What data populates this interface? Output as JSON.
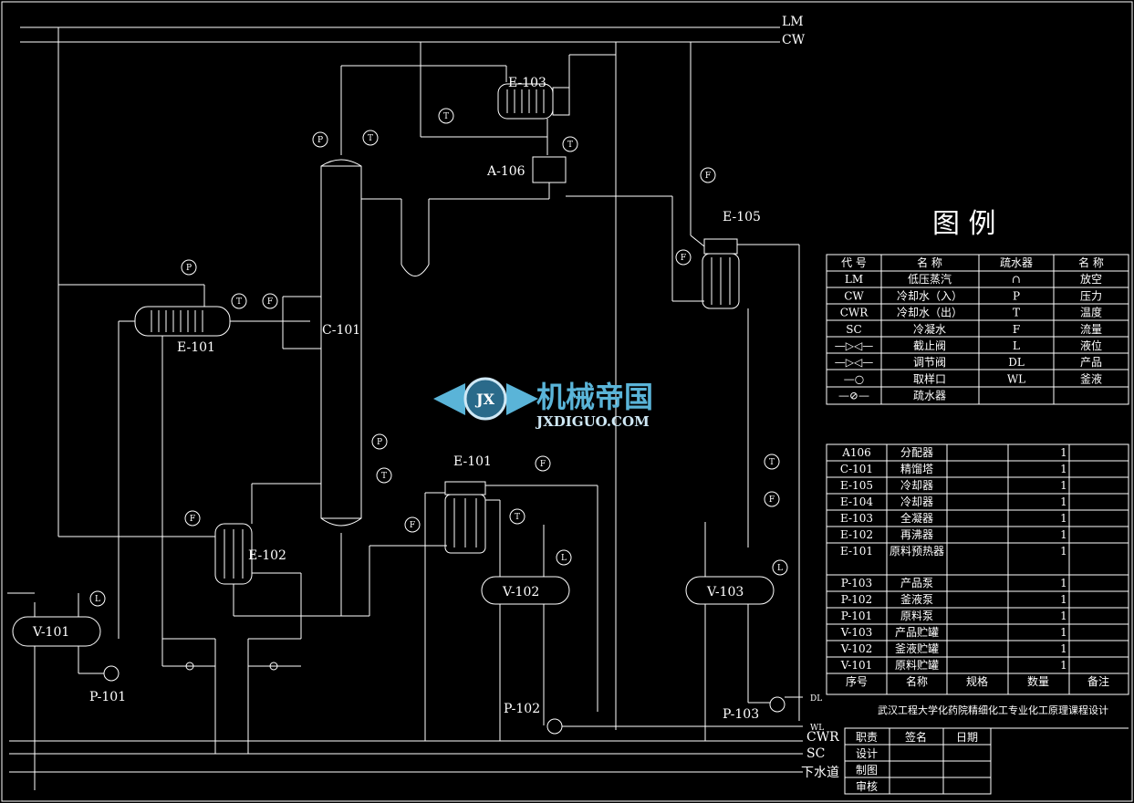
{
  "lines": {
    "lm": "LM",
    "cw": "CW",
    "cwr": "CWR",
    "sc": "SC",
    "drain": "下水道",
    "dl": "DL",
    "wl": "WL"
  },
  "equipment": {
    "e103": "E-103",
    "a106": "A-106",
    "e105": "E-105",
    "c101": "C-101",
    "e101_left": "E-101",
    "e101_mid": "E-101",
    "e102": "E-102",
    "v101": "V-101",
    "v102": "V-102",
    "v103": "V-103",
    "p101": "P-101",
    "p102": "P-102",
    "p103": "P-103"
  },
  "instruments": {
    "p": "P",
    "t": "T",
    "f": "F",
    "l": "L"
  },
  "legend": {
    "title": "图    例",
    "headers": [
      "代  号",
      "名  称",
      "疏水器",
      "名  称"
    ],
    "rows": [
      [
        "LM",
        "低压蒸汽",
        "∩",
        "放空"
      ],
      [
        "CW",
        "冷却水（入）",
        "P",
        "压力"
      ],
      [
        "CWR",
        "冷却水（出）",
        "T",
        "温度"
      ],
      [
        "SC",
        "冷凝水",
        "F",
        "流量"
      ],
      [
        "—▷◁—",
        "截止阀",
        "L",
        "液位"
      ],
      [
        "—▷◁—",
        "调节阀",
        "DL",
        "产品"
      ],
      [
        "—○",
        "取样口",
        "WL",
        "釜液"
      ],
      [
        "—⊘—",
        "疏水器",
        "",
        ""
      ]
    ]
  },
  "equipment_list": {
    "rows": [
      [
        "A106",
        "分配器",
        "",
        "1",
        ""
      ],
      [
        "C-101",
        "精馏塔",
        "",
        "1",
        ""
      ],
      [
        "E-105",
        "冷却器",
        "",
        "1",
        ""
      ],
      [
        "E-104",
        "冷却器",
        "",
        "1",
        ""
      ],
      [
        "E-103",
        "全凝器",
        "",
        "1",
        ""
      ],
      [
        "E-102",
        "再沸器",
        "",
        "1",
        ""
      ],
      [
        "E-101",
        "原料预热器",
        "",
        "1",
        ""
      ],
      [
        "P-103",
        "产品泵",
        "",
        "1",
        ""
      ],
      [
        "P-102",
        "釜液泵",
        "",
        "1",
        ""
      ],
      [
        "P-101",
        "原料泵",
        "",
        "1",
        ""
      ],
      [
        "V-103",
        "产品贮罐",
        "",
        "1",
        ""
      ],
      [
        "V-102",
        "釜液贮罐",
        "",
        "1",
        ""
      ],
      [
        "V-101",
        "原料贮罐",
        "",
        "1",
        ""
      ]
    ],
    "headers": [
      "序号",
      "名称",
      "规格",
      "数量",
      "备注"
    ]
  },
  "title_block": {
    "project": "武汉工程大学化药院精细化工专业化工原理课程设计",
    "headers": [
      "职责",
      "签名",
      "日期"
    ],
    "rows": [
      "设计",
      "制图",
      "审核"
    ]
  },
  "watermark": {
    "cn": "机械帝国",
    "en": "JXDIGUO.COM",
    "badge": "JX"
  },
  "colors": {
    "line": "#ffffff",
    "bg": "#000000",
    "watermark": "#5ab4d8"
  }
}
